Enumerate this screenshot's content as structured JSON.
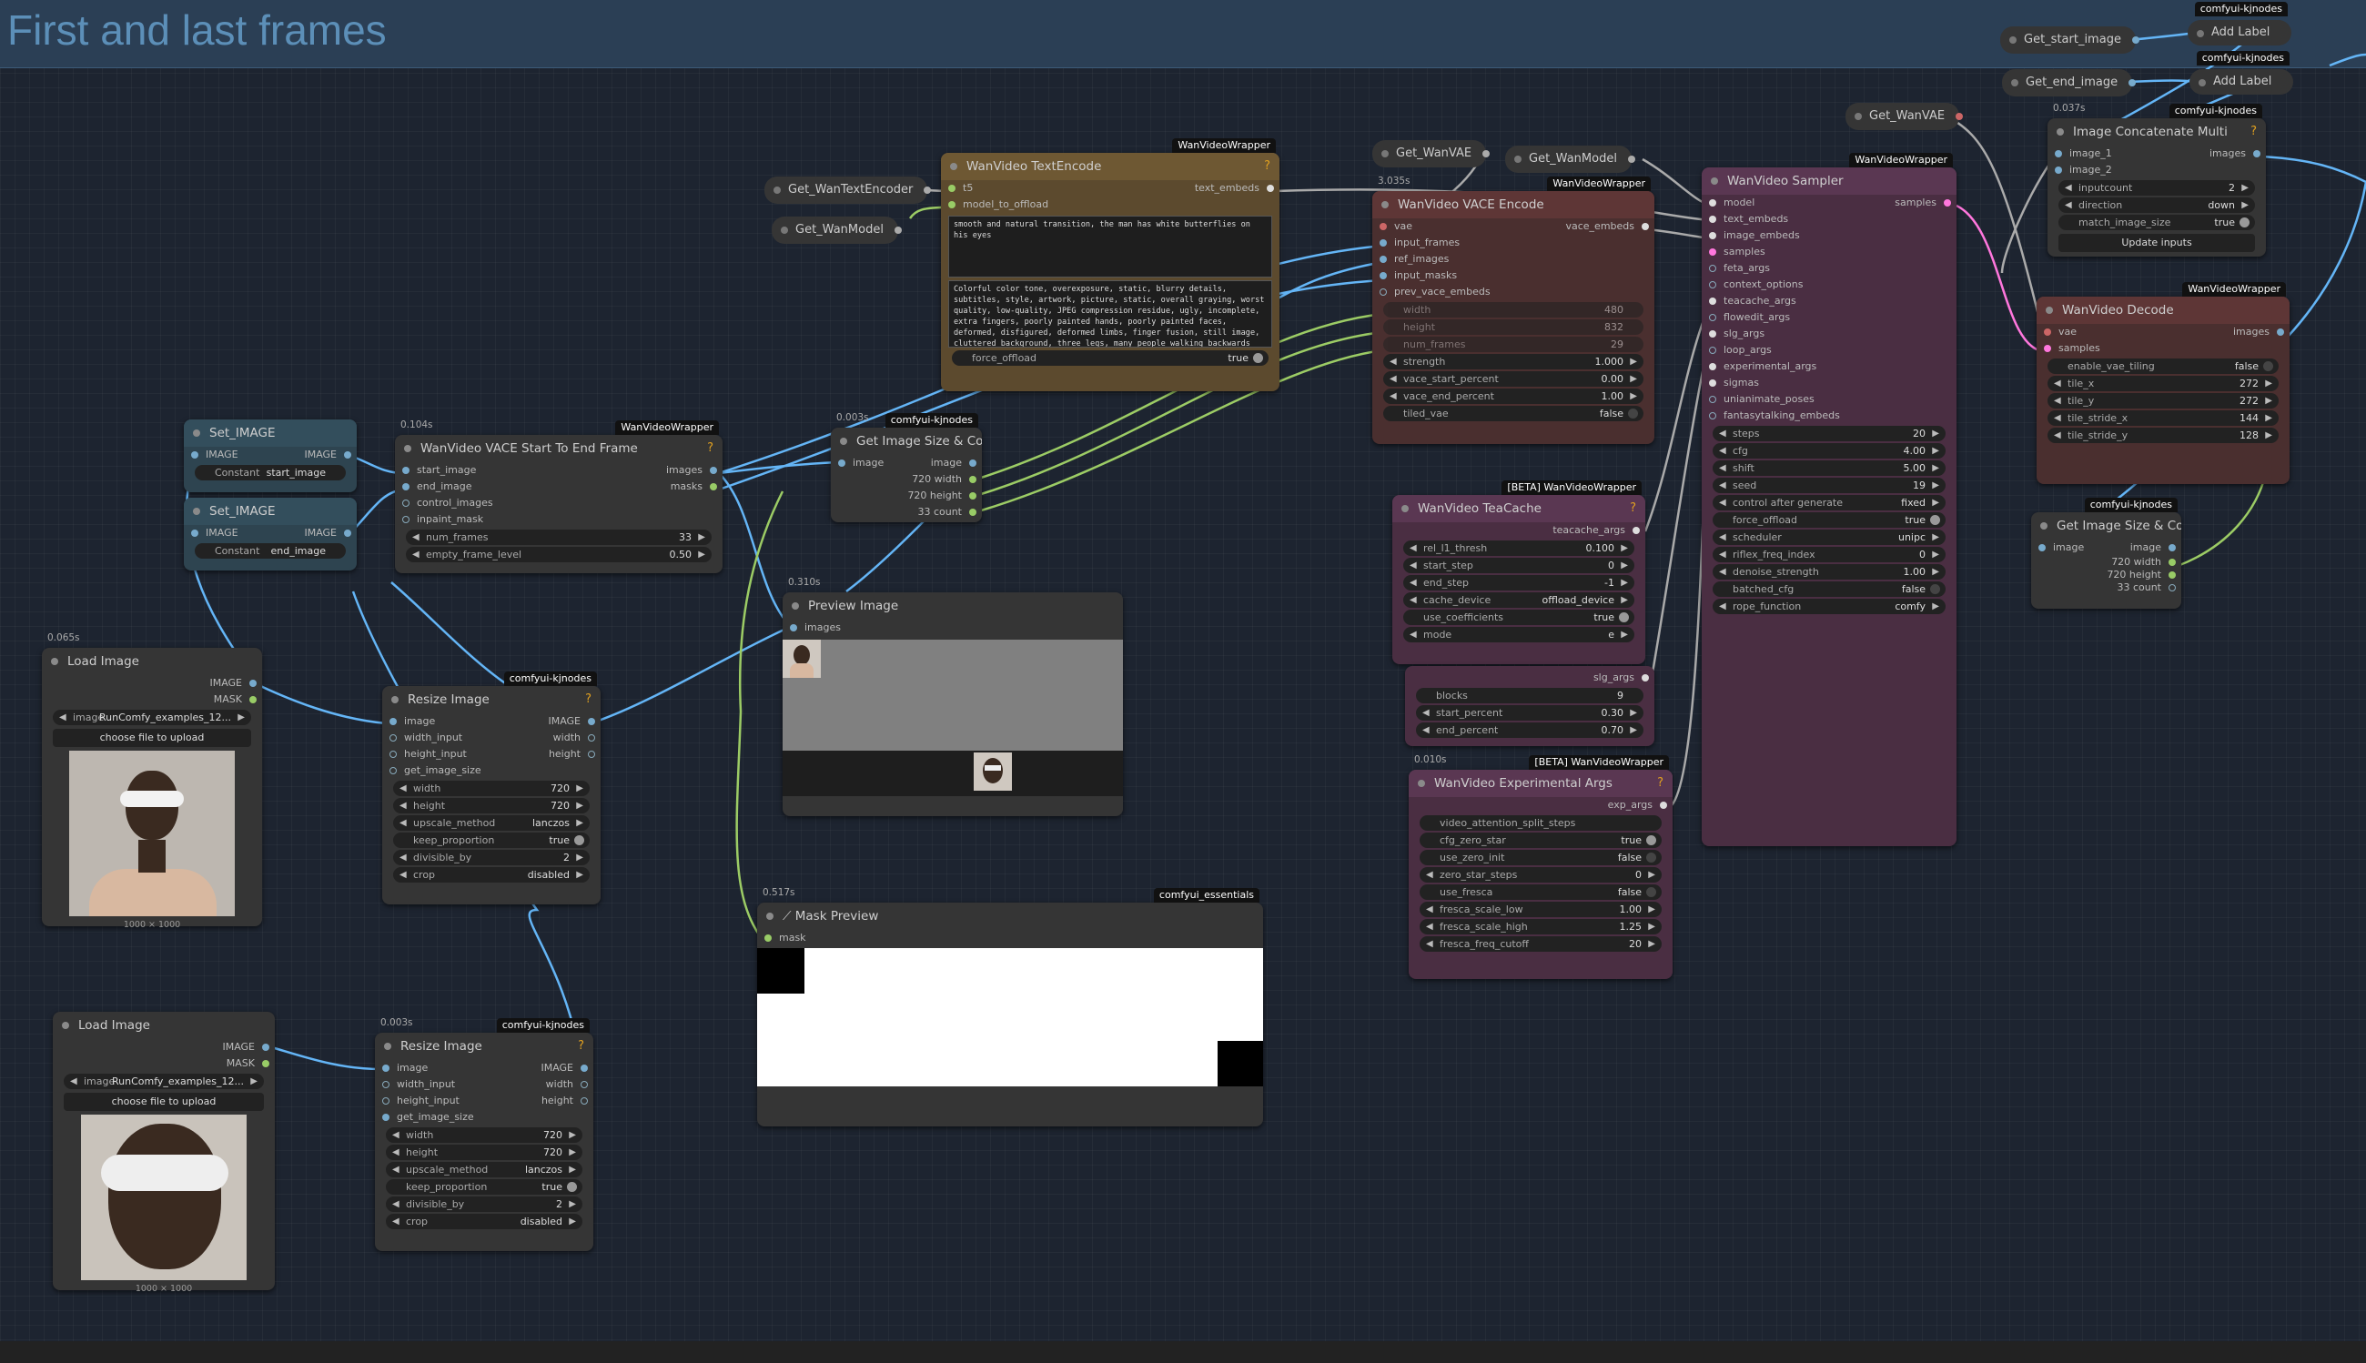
{
  "group": {
    "title": "First and last frames"
  },
  "colors": {
    "purple_body": "#4a2e42",
    "brown_body": "#5c4a2e",
    "red_body": "#533030",
    "link_blue": "#64b5f6",
    "link_green": "#9ccc65",
    "link_pink": "#ff77dd"
  },
  "topright": {
    "get_start_image": "Get_start_image",
    "get_end_image": "Get_end_image",
    "add_label_1": "Add Label",
    "add_label_2": "Add Label",
    "badge_1": "comfyui-kjnodes",
    "badge_2": "comfyui-kjnodes",
    "get_wanvae_right": "Get_WanVAE"
  },
  "concat": {
    "timer": "0.037s",
    "badge": "comfyui-kjnodes",
    "title": "Image Concatenate Multi",
    "in1": "image_1",
    "in2": "image_2",
    "out": "images",
    "w_inputcount_l": "inputcount",
    "w_inputcount_v": "2",
    "w_direction_l": "direction",
    "w_direction_v": "down",
    "w_match_l": "match_image_size",
    "w_match_v": "true",
    "button": "Update inputs"
  },
  "decode": {
    "badge": "WanVideoWrapper",
    "title": "WanVideo Decode",
    "in1": "vae",
    "in2": "samples",
    "out": "images",
    "w_tiling_l": "enable_vae_tiling",
    "w_tiling_v": "false",
    "w_tx_l": "tile_x",
    "w_tx_v": "272",
    "w_ty_l": "tile_y",
    "w_ty_v": "272",
    "w_sx_l": "tile_stride_x",
    "w_sx_v": "144",
    "w_sy_l": "tile_stride_y",
    "w_sy_v": "128"
  },
  "getsize_right": {
    "badge": "comfyui-kjnodes",
    "title": "Get Image Size & Count",
    "in": "image",
    "out1": "image",
    "out2": "720 width",
    "out3": "720 height",
    "out4": "33 count"
  },
  "get_wantextencoder": "Get_WanTextEncoder",
  "get_wanmodel_left": "Get_WanModel",
  "get_wanvae_mid": "Get_WanVAE",
  "get_wanmodel_mid": "Get_WanModel",
  "textencode": {
    "badge": "WanVideoWrapper",
    "title": "WanVideo TextEncode",
    "in1": "t5",
    "in2": "model_to_offload",
    "out": "text_embeds",
    "positive": "smooth and natural transition, the man has white butterflies on his eyes",
    "negative": "Colorful color tone, overexposure, static, blurry details, subtitles, style, artwork, picture, static, overall graying, worst quality, low-quality, JPEG compression residue, ugly, incomplete, extra fingers, poorly painted hands, poorly painted faces, deformed, disfigured, deformed limbs, finger fusion, still image, cluttered background, three legs, many people walking backwards",
    "w_force_l": "force_offload",
    "w_force_v": "true"
  },
  "vace_encode": {
    "timer": "3.035s",
    "badge": "WanVideoWrapper",
    "title": "WanVideo VACE Encode",
    "in1": "vae",
    "in2": "input_frames",
    "in3": "ref_images",
    "in4": "input_masks",
    "in5": "prev_vace_embeds",
    "out": "vace_embeds",
    "w_width_l": "width",
    "w_width_v": "480",
    "w_height_l": "height",
    "w_height_v": "832",
    "w_frames_l": "num_frames",
    "w_frames_v": "29",
    "w_strength_l": "strength",
    "w_strength_v": "1.000",
    "w_start_l": "vace_start_percent",
    "w_start_v": "0.00",
    "w_end_l": "vace_end_percent",
    "w_end_v": "1.00",
    "w_tiled_l": "tiled_vae",
    "w_tiled_v": "false"
  },
  "sampler": {
    "badge": "WanVideoWrapper",
    "title": "WanVideo Sampler",
    "out": "samples",
    "inputs": [
      "model",
      "text_embeds",
      "image_embeds",
      "samples",
      "feta_args",
      "context_options",
      "teacache_args",
      "flowedit_args",
      "slg_args",
      "loop_args",
      "experimental_args",
      "sigmas",
      "unianimate_poses",
      "fantasytalking_embeds"
    ],
    "w_steps_l": "steps",
    "w_steps_v": "20",
    "w_cfg_l": "cfg",
    "w_cfg_v": "4.00",
    "w_shift_l": "shift",
    "w_shift_v": "5.00",
    "w_seed_l": "seed",
    "w_seed_v": "19",
    "w_ctrl_l": "control after generate",
    "w_ctrl_v": "fixed",
    "w_force_l": "force_offload",
    "w_force_v": "true",
    "w_sched_l": "scheduler",
    "w_sched_v": "unipc",
    "w_riflex_l": "riflex_freq_index",
    "w_riflex_v": "0",
    "w_denoise_l": "denoise_strength",
    "w_denoise_v": "1.00",
    "w_batched_l": "batched_cfg",
    "w_batched_v": "false",
    "w_rope_l": "rope_function",
    "w_rope_v": "comfy"
  },
  "teacache": {
    "badge": "[BETA] WanVideoWrapper",
    "title": "WanVideo TeaCache",
    "out": "teacache_args",
    "w_rel_l": "rel_l1_thresh",
    "w_rel_v": "0.100",
    "w_start_l": "start_step",
    "w_start_v": "0",
    "w_end_l": "end_step",
    "w_end_v": "-1",
    "w_dev_l": "cache_device",
    "w_dev_v": "offload_device",
    "w_coef_l": "use_coefficients",
    "w_coef_v": "true",
    "w_mode_l": "mode",
    "w_mode_v": "e"
  },
  "slg": {
    "out": "slg_args",
    "w_blocks_l": "blocks",
    "w_blocks_v": "9",
    "w_start_l": "start_percent",
    "w_start_v": "0.30",
    "w_end_l": "end_percent",
    "w_end_v": "0.70"
  },
  "experimental": {
    "timer": "0.010s",
    "badge": "[BETA] WanVideoWrapper",
    "title": "WanVideo Experimental Args",
    "out": "exp_args",
    "w_attn_l": "video_attention_split_steps",
    "w_czs_l": "cfg_zero_star",
    "w_czs_v": "true",
    "w_uzi_l": "use_zero_init",
    "w_uzi_v": "false",
    "w_zss_l": "zero_star_steps",
    "w_zss_v": "0",
    "w_fresca_l": "use_fresca",
    "w_fresca_v": "false",
    "w_fsl_l": "fresca_scale_low",
    "w_fsl_v": "1.00",
    "w_fsh_l": "fresca_scale_high",
    "w_fsh_v": "1.25",
    "w_ffc_l": "fresca_freq_cutoff",
    "w_ffc_v": "20"
  },
  "set_image_1": {
    "title": "Set_IMAGE",
    "in": "IMAGE",
    "out": "IMAGE",
    "w_l": "Constant",
    "w_v": "start_image"
  },
  "set_image_2": {
    "title": "Set_IMAGE",
    "in": "IMAGE",
    "out": "IMAGE",
    "w_l": "Constant",
    "w_v": "end_image"
  },
  "start_to_end": {
    "timer": "0.104s",
    "badge": "WanVideoWrapper",
    "title": "WanVideo VACE Start To End Frame",
    "in1": "start_image",
    "in2": "end_image",
    "in3": "control_images",
    "in4": "inpaint_mask",
    "out1": "images",
    "out2": "masks",
    "w_frames_l": "num_frames",
    "w_frames_v": "33",
    "w_empty_l": "empty_frame_level",
    "w_empty_v": "0.50"
  },
  "getsize_mid": {
    "timer": "0.003s",
    "badge": "comfyui-kjnodes",
    "title": "Get Image Size & Count",
    "in": "image",
    "out1": "image",
    "out2": "720 width",
    "out3": "720 height",
    "out4": "33 count"
  },
  "preview": {
    "timer": "0.310s",
    "title": "Preview Image",
    "in": "images"
  },
  "mask_preview": {
    "timer": "0.517s",
    "badge": "comfyui_essentials",
    "title": "Mask Preview",
    "in": "mask"
  },
  "load_image_1": {
    "timer": "0.065s",
    "title": "Load Image",
    "out1": "IMAGE",
    "out2": "MASK",
    "w_l": "image",
    "w_v": "RunComfy_examples_12...",
    "upload": "choose file to upload",
    "size": "1000 × 1000"
  },
  "load_image_2": {
    "title": "Load Image",
    "out1": "IMAGE",
    "out2": "MASK",
    "w_l": "image",
    "w_v": "RunComfy_examples_12...",
    "upload": "choose file to upload",
    "size": "1000 × 1000"
  },
  "resize_1": {
    "badge": "comfyui-kjnodes",
    "title": "Resize Image",
    "in1": "image",
    "in2": "width_input",
    "in3": "height_input",
    "in4": "get_image_size",
    "out1": "IMAGE",
    "out2": "width",
    "out3": "height",
    "w_width_l": "width",
    "w_width_v": "720",
    "w_height_l": "height",
    "w_height_v": "720",
    "w_up_l": "upscale_method",
    "w_up_v": "lanczos",
    "w_keep_l": "keep_proportion",
    "w_keep_v": "true",
    "w_div_l": "divisible_by",
    "w_div_v": "2",
    "w_crop_l": "crop",
    "w_crop_v": "disabled"
  },
  "resize_2": {
    "timer": "0.003s",
    "badge": "comfyui-kjnodes",
    "title": "Resize Image",
    "in1": "image",
    "in2": "width_input",
    "in3": "height_input",
    "in4": "get_image_size",
    "out1": "IMAGE",
    "out2": "width",
    "out3": "height",
    "w_width_l": "width",
    "w_width_v": "720",
    "w_height_l": "height",
    "w_height_v": "720",
    "w_up_l": "upscale_method",
    "w_up_v": "lanczos",
    "w_keep_l": "keep_proportion",
    "w_keep_v": "true",
    "w_div_l": "divisible_by",
    "w_div_v": "2",
    "w_crop_l": "crop",
    "w_crop_v": "disabled"
  }
}
